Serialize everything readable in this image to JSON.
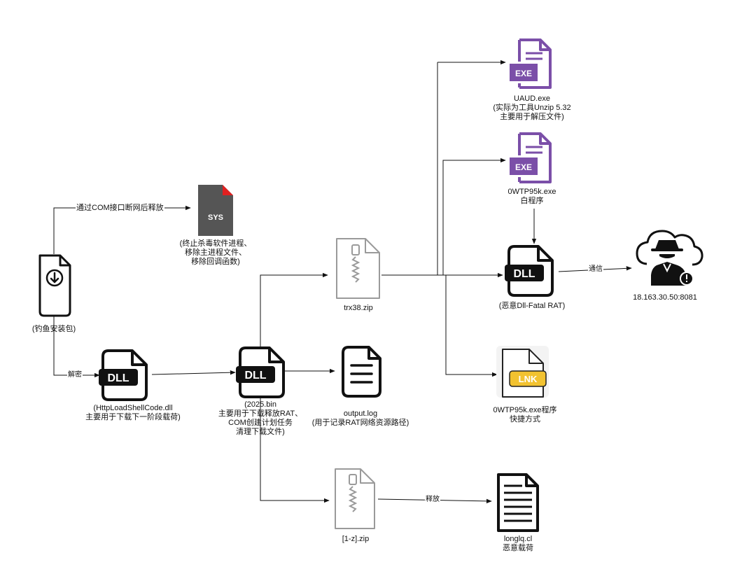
{
  "nodes": {
    "phishing": {
      "icon": "download-file-icon",
      "caption": [
        "(钓鱼安装包)"
      ]
    },
    "sys": {
      "icon": "sys-file-icon",
      "badge": "SYS",
      "caption": [
        "(终止杀毒软件进程、",
        "移除主进程文件、",
        "移除回调函数)"
      ]
    },
    "httpdll": {
      "icon": "dll-file-icon",
      "badge": "DLL",
      "caption": [
        "(HttpLoadShellCode.dll",
        "主要用于下载下一阶段载荷)"
      ]
    },
    "bin2025": {
      "icon": "dll-file-icon",
      "badge": "DLL",
      "caption": [
        "(2025.bin",
        "主要用于下载释放RAT、",
        "COM创建计划任务",
        "清理下载文件)"
      ]
    },
    "outputlog": {
      "icon": "text-file-icon",
      "caption": [
        "output.log",
        "(用于记录RAT网络资源路径)"
      ]
    },
    "trx38": {
      "icon": "zip-file-icon",
      "caption": [
        "trx38.zip"
      ]
    },
    "zip1z": {
      "icon": "zip-file-icon",
      "caption": [
        "[1-z].zip"
      ]
    },
    "longlq": {
      "icon": "document-icon",
      "caption": [
        "longlq.cl",
        "恶意载荷"
      ]
    },
    "uaud": {
      "icon": "exe-file-icon",
      "badge": "EXE",
      "caption": [
        "UAUD.exe",
        "(实际为工具Unzip 5.32",
        "主要用于解压文件)"
      ]
    },
    "owtp": {
      "icon": "exe-file-icon",
      "badge": "EXE",
      "caption": [
        "0WTP95k.exe",
        "白程序"
      ]
    },
    "fataldll": {
      "icon": "dll-file-icon",
      "badge": "DLL",
      "caption": [
        "(恶意Dll-Fatal RAT)"
      ]
    },
    "lnk": {
      "icon": "lnk-file-icon",
      "badge": "LNK",
      "caption": [
        "0WTP95k.exe程序",
        "快捷方式"
      ]
    },
    "c2": {
      "icon": "hacker-cloud-icon",
      "caption": [
        "18.163.30.50:8081"
      ]
    }
  },
  "edge_labels": {
    "com_release": "通过COM接口断网后释放",
    "decrypt": "解密",
    "comm": "通信",
    "release": "释放"
  },
  "colors": {
    "line": "#111111",
    "exe_purple": "#7b4fa8",
    "lnk_yellow": "#f2c230",
    "sys_red": "#e02020",
    "sys_fill": "#555555"
  }
}
